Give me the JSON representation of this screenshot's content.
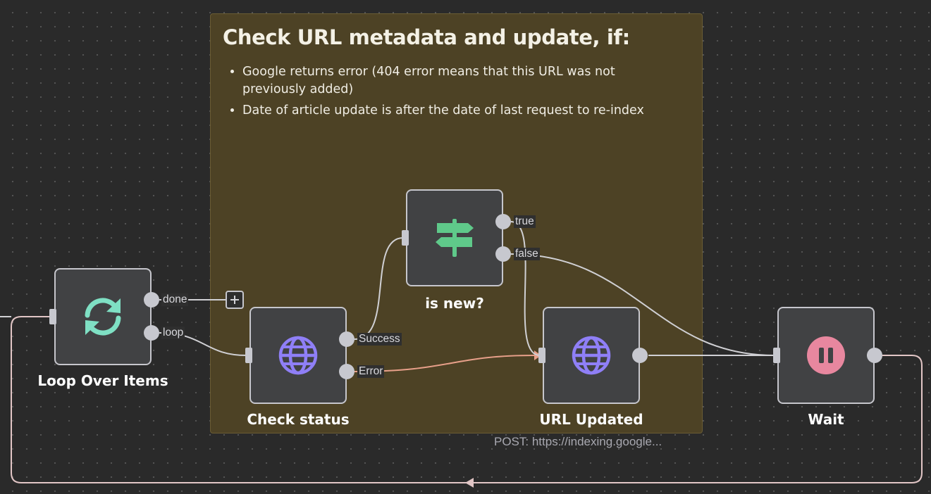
{
  "sticky_note": {
    "title": "Check URL metadata and update, if:",
    "items": [
      "Google returns error (404 error means that this URL was not previously added)",
      "Date of article update is after the date of last request to re-index"
    ]
  },
  "nodes": {
    "loop_over_items": {
      "label": "Loop Over Items",
      "icon": "loop-arrows-icon",
      "icon_color": "#7fe0c4",
      "outputs": {
        "done": "done",
        "loop": "loop"
      }
    },
    "check_status": {
      "label": "Check status",
      "icon": "globe-icon",
      "icon_color": "#8f7ff7",
      "outputs": {
        "success": "Success",
        "error": "Error"
      }
    },
    "is_new": {
      "label": "is new?",
      "icon": "signpost-icon",
      "icon_color": "#5fc98a",
      "outputs": {
        "true": "true",
        "false": "false"
      }
    },
    "url_updated": {
      "label": "URL Updated",
      "icon": "globe-icon",
      "icon_color": "#8f7ff7",
      "subtitle": "POST: https://indexing.google..."
    },
    "wait": {
      "label": "Wait",
      "icon": "pause-icon",
      "icon_color": "#e8879f"
    }
  },
  "colors": {
    "canvas": "#2a2a2a",
    "sticky": "#4d4225",
    "node_fill": "#414244",
    "node_border": "#c6c6cc",
    "wire": "#d0d0d4",
    "error_wire": "#e8a08a",
    "loopback_wire": "#e2c6c6"
  }
}
